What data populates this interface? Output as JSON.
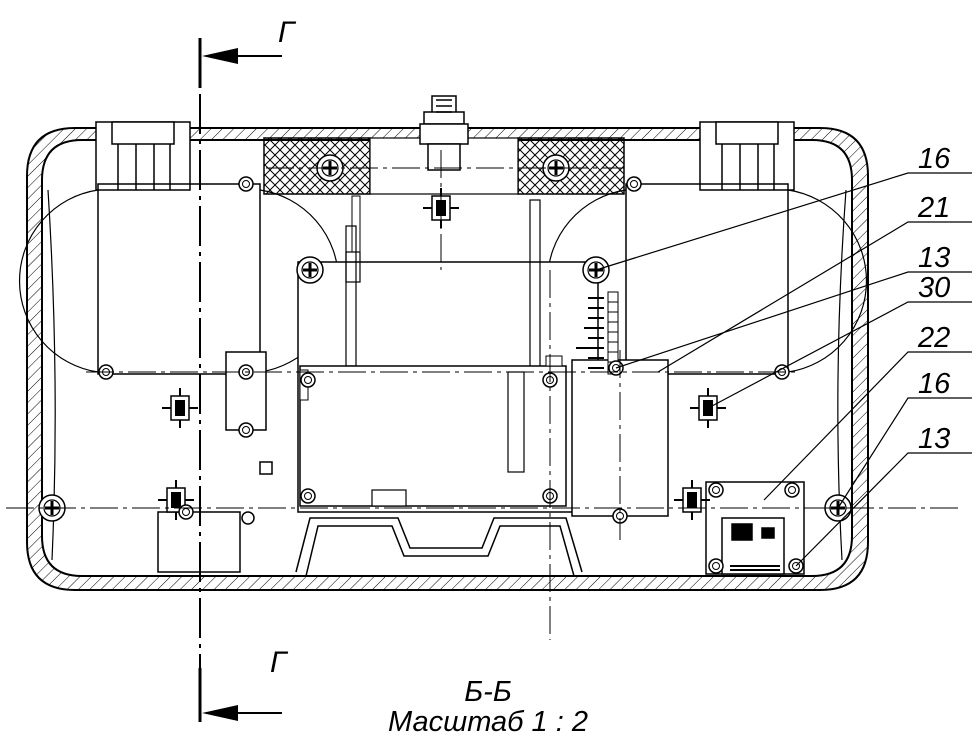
{
  "section_marks": {
    "top": "Г",
    "bottom": "Г"
  },
  "callouts": [
    "16",
    "21",
    "13",
    "30",
    "22",
    "16",
    "13"
  ],
  "caption": {
    "view": "Б-Б",
    "scale": "Масштаб 1 : 2"
  }
}
